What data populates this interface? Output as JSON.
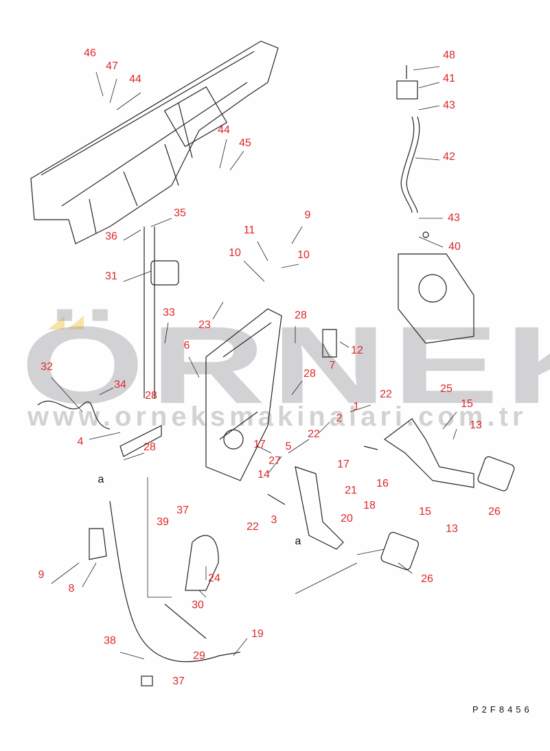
{
  "diagram": {
    "drawing_code": "P2F8456",
    "watermark": {
      "brand": "ÖRNEK",
      "url": "www.orneksmakinalari.com.tr"
    },
    "labels": [
      "46",
      "47",
      "44",
      "48",
      "41",
      "43",
      "42",
      "44",
      "45",
      "35",
      "36",
      "43",
      "40",
      "11",
      "9",
      "10",
      "10",
      "31",
      "23",
      "28",
      "33",
      "6",
      "12",
      "7",
      "28",
      "32",
      "34",
      "28",
      "22",
      "25",
      "15",
      "1",
      "2",
      "13",
      "4",
      "28",
      "22",
      "17",
      "5",
      "27",
      "17",
      "14",
      "21",
      "16",
      "18",
      "15",
      "26",
      "13",
      "22",
      "3",
      "20",
      "a",
      "37",
      "39",
      "a",
      "9",
      "8",
      "24",
      "26",
      "30",
      "19",
      "38",
      "29",
      "37"
    ],
    "colors": {
      "label": "#e0262a",
      "line": "#222222",
      "watermark": "#a0a0a5"
    }
  }
}
